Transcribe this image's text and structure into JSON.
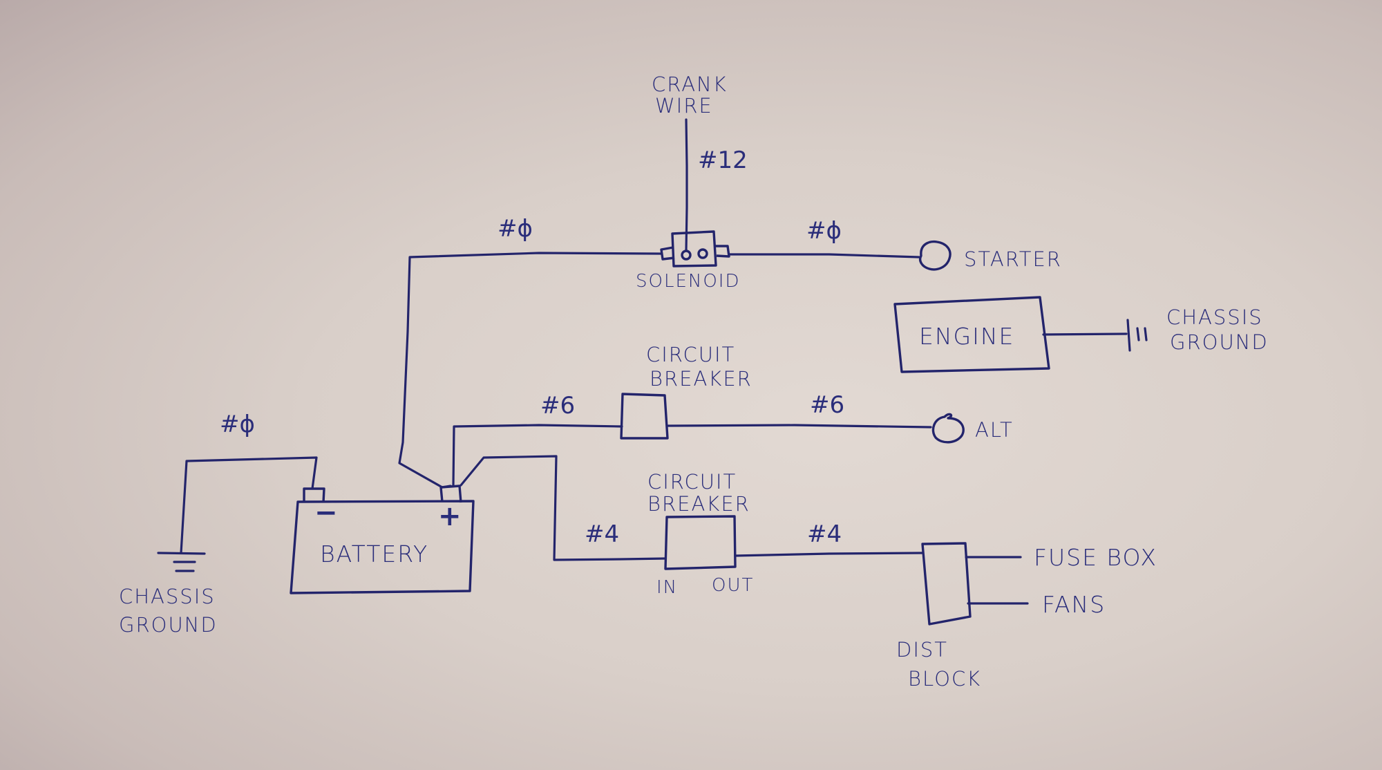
{
  "diagram": {
    "type": "hand-drawn wiring diagram",
    "ink_color": "#23246b",
    "paper_color": "#d9cfc9",
    "components": {
      "crank_wire": {
        "label_line1": "CRANK",
        "label_line2": "WIRE",
        "gauge": "#12"
      },
      "solenoid": {
        "label": "SOLENOID"
      },
      "starter": {
        "label": "STARTER"
      },
      "engine": {
        "label": "ENGINE"
      },
      "engine_ground": {
        "label_line1": "CHASSIS",
        "label_line2": "GROUND"
      },
      "breaker_alt": {
        "label_line1": "CIRCUIT",
        "label_line2": "BREAKER"
      },
      "alternator": {
        "label": "ALT"
      },
      "breaker_main": {
        "label_line1": "CIRCUIT",
        "label_line2": "BREAKER",
        "in_label": "IN",
        "out_label": "OUT"
      },
      "dist_block": {
        "label_line1": "DIST",
        "label_line2": "BLOCK"
      },
      "fuse_box": {
        "label": "FUSE BOX"
      },
      "fans": {
        "label": "FANS"
      },
      "battery": {
        "label": "BATTERY",
        "neg_symbol": "−",
        "pos_symbol": "+"
      },
      "battery_ground": {
        "label_line1": "CHASSIS",
        "label_line2": "GROUND"
      }
    },
    "wires": {
      "battery_to_solenoid": {
        "gauge": "#ϕ"
      },
      "solenoid_to_starter": {
        "gauge": "#ϕ"
      },
      "battery_to_ground": {
        "gauge": "#ϕ"
      },
      "battery_to_alt_breaker": {
        "gauge": "#6"
      },
      "alt_breaker_to_alt": {
        "gauge": "#6"
      },
      "battery_to_main_breaker": {
        "gauge": "#4"
      },
      "main_breaker_to_dist": {
        "gauge": "#4"
      }
    },
    "connections": [
      {
        "from": "CRANK WIRE",
        "to": "SOLENOID",
        "gauge": "#12"
      },
      {
        "from": "BATTERY +",
        "to": "SOLENOID",
        "gauge": "#ϕ"
      },
      {
        "from": "SOLENOID",
        "to": "STARTER",
        "gauge": "#ϕ"
      },
      {
        "from": "ENGINE",
        "to": "CHASSIS GROUND"
      },
      {
        "from": "BATTERY +",
        "to": "CIRCUIT BREAKER (ALT)",
        "gauge": "#6"
      },
      {
        "from": "CIRCUIT BREAKER (ALT)",
        "to": "ALT",
        "gauge": "#6"
      },
      {
        "from": "BATTERY +",
        "to": "CIRCUIT BREAKER IN",
        "gauge": "#4"
      },
      {
        "from": "CIRCUIT BREAKER OUT",
        "to": "DIST BLOCK",
        "gauge": "#4"
      },
      {
        "from": "DIST BLOCK",
        "to": "FUSE BOX"
      },
      {
        "from": "DIST BLOCK",
        "to": "FANS"
      },
      {
        "from": "BATTERY −",
        "to": "CHASSIS GROUND",
        "gauge": "#ϕ"
      }
    ]
  }
}
